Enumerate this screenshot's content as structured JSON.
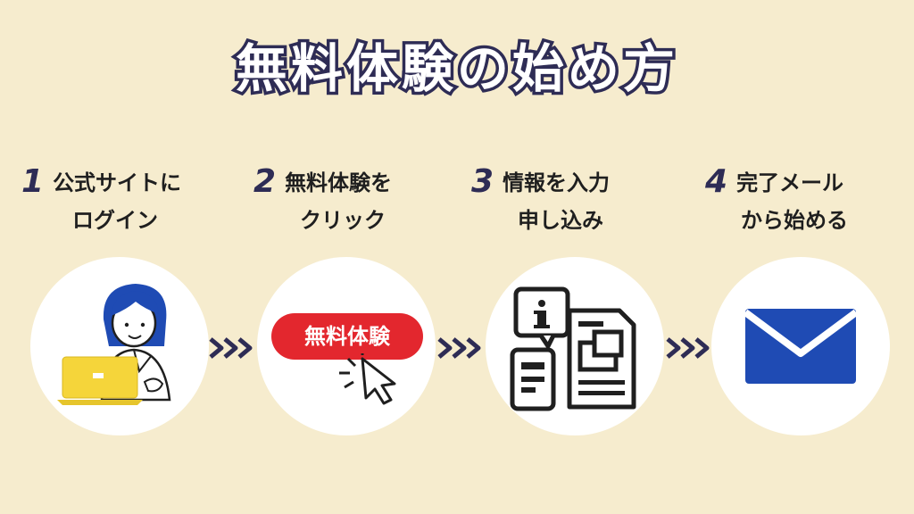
{
  "title": "無料体験の始め方",
  "steps": [
    {
      "number": "1",
      "line1": "公式サイトに",
      "line2": "ログイン"
    },
    {
      "number": "2",
      "line1": "無料体験を",
      "line2": "クリック"
    },
    {
      "number": "3",
      "line1": "情報を入力",
      "line2": "申し込み"
    },
    {
      "number": "4",
      "line1": "完了メール",
      "line2": "から始める"
    }
  ],
  "button_label": "無料体験",
  "colors": {
    "background": "#f6ecce",
    "navy": "#2e2c55",
    "red": "#e3272e",
    "blue": "#1f4bb4",
    "yellow": "#f5d53a"
  }
}
